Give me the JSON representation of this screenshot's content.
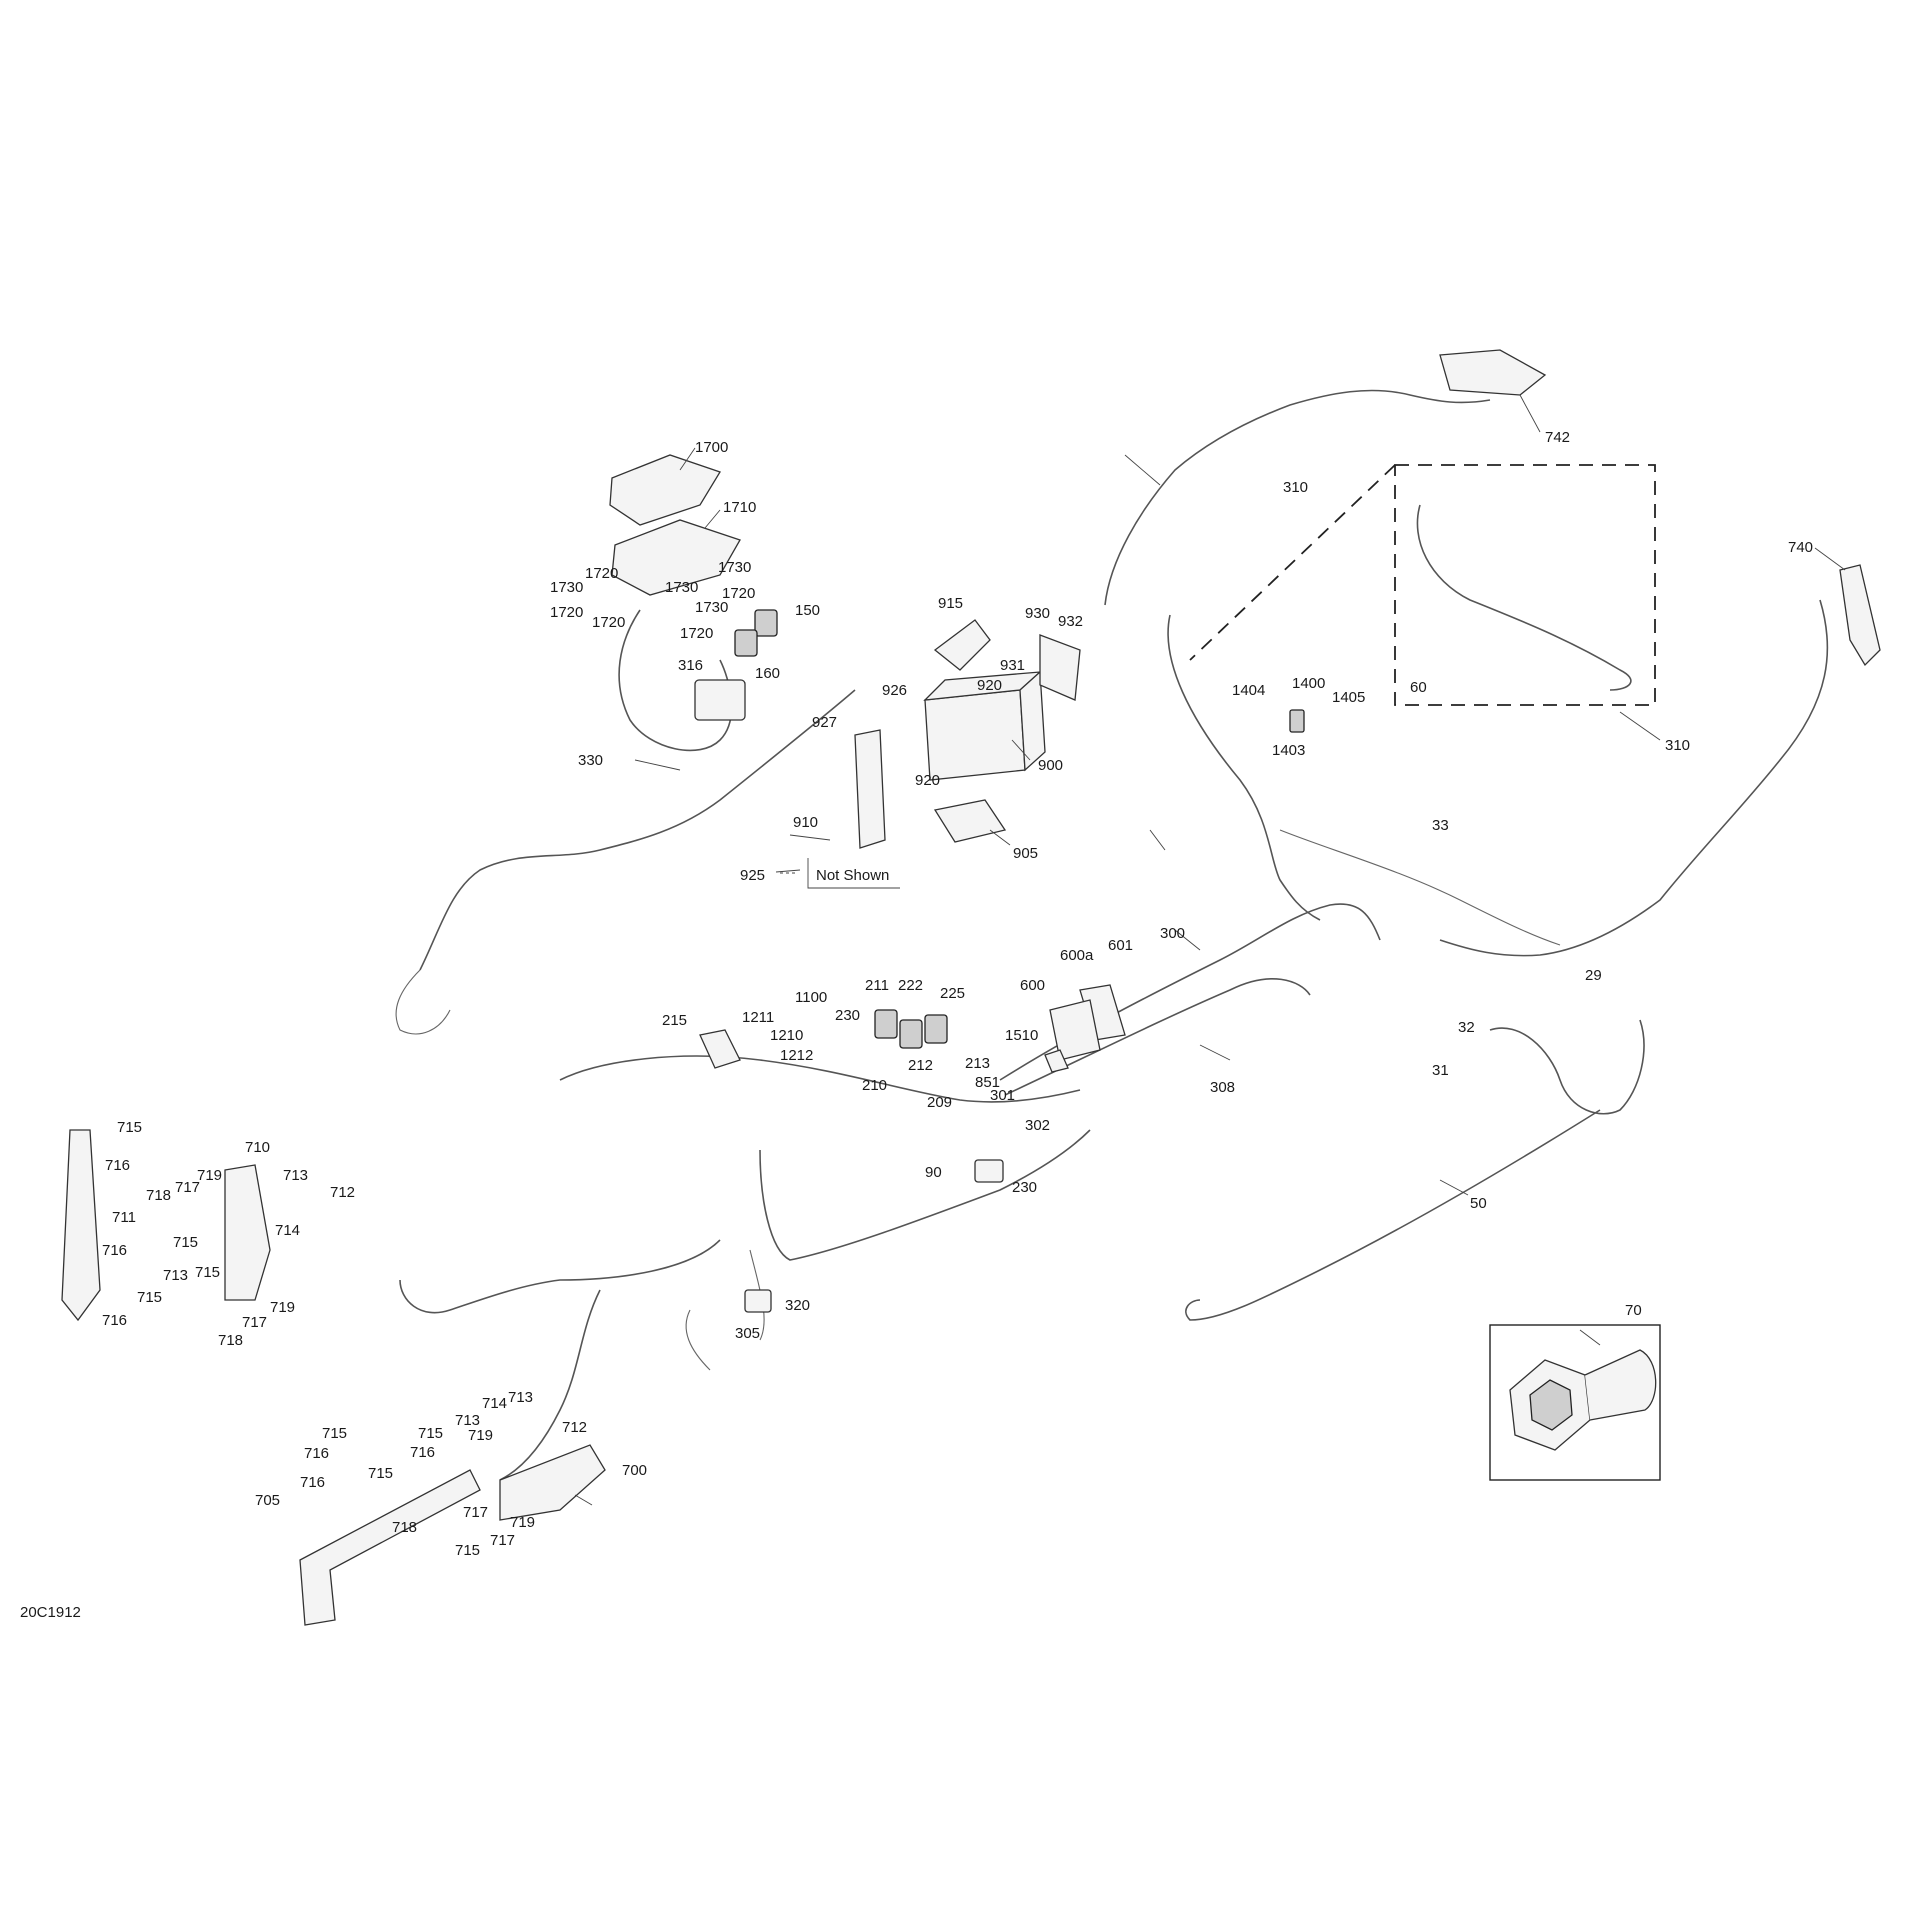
{
  "figure_code": "20C1912",
  "note_text": "Not Shown",
  "labels": {
    "l1700": "1700",
    "l1710": "1710",
    "l1730a": "1730",
    "l1720a": "1720",
    "l1730b": "1730",
    "l1720b": "1720",
    "l1730c": "1730",
    "l1720c": "1720",
    "l1720d": "1720",
    "l1730d": "1730",
    "l1720e": "1720",
    "l150": "150",
    "l160": "160",
    "l316": "316",
    "l330": "330",
    "l915": "915",
    "l930": "930",
    "l932": "932",
    "l931": "931",
    "l920a": "920",
    "l926": "926",
    "l927": "927",
    "l920b": "920",
    "l910": "910",
    "l900": "900",
    "l905": "905",
    "l925": "925",
    "l742": "742",
    "l310a": "310",
    "l740": "740",
    "l310b": "310",
    "l60": "60",
    "l1404": "1404",
    "l1400": "1400",
    "l1405": "1405",
    "l1403": "1403",
    "l33": "33",
    "l300": "300",
    "l600a": "600a",
    "l601": "601",
    "l600": "600",
    "l1510": "1510",
    "l308": "308",
    "l29": "29",
    "l32": "32",
    "l31": "31",
    "l50": "50",
    "l70": "70",
    "l215": "215",
    "l1211": "1211",
    "l1210": "1210",
    "l1212": "1212",
    "l1100": "1100",
    "l230a": "230",
    "l211": "211",
    "l222": "222",
    "l225": "225",
    "l212": "212",
    "l213": "213",
    "l851": "851",
    "l210": "210",
    "l209": "209",
    "l301": "301",
    "l302": "302",
    "l90": "90",
    "l230b": "230",
    "l320": "320",
    "l305": "305",
    "l715a": "715",
    "l716a": "716",
    "l711": "711",
    "l716b": "716",
    "l715b": "715",
    "l716c": "716",
    "l710": "710",
    "l719a": "719",
    "l717a": "717",
    "l718a": "718",
    "l713a": "713",
    "l712a": "712",
    "l714a": "714",
    "l715c": "715",
    "l713b": "713",
    "l715d": "715",
    "l719b": "719",
    "l717b": "717",
    "l718b": "718",
    "l714b": "714",
    "l713c": "713",
    "l715e": "715",
    "l716d": "716",
    "l719c": "719",
    "l712b": "712",
    "l700": "700",
    "l716e": "716",
    "l715f": "715",
    "l705": "705",
    "l713d": "713",
    "l719d": "719",
    "l717c": "717",
    "l717d": "717",
    "l718c": "718",
    "l715g": "715"
  }
}
